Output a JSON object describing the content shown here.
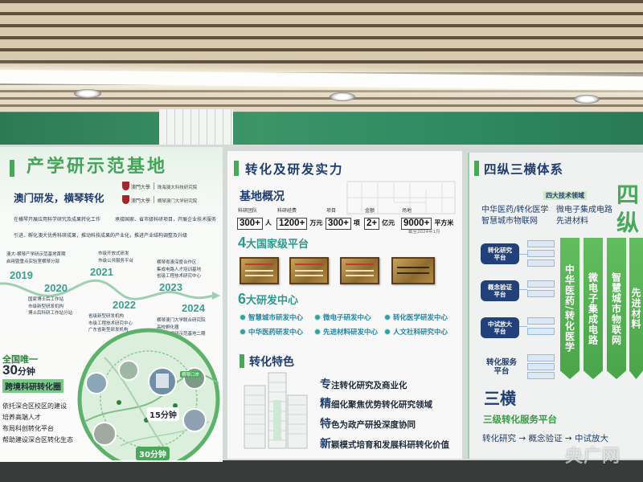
{
  "watermark": "央广网",
  "left": {
    "title": "产学研示范基地",
    "subtitle": "澳门研发，横琴转化",
    "logos": [
      {
        "university": "澳門大學",
        "institute": "珠海澳大科技研究院"
      },
      {
        "university": "澳門大學",
        "institute": "横琴澳门大学研究院"
      }
    ],
    "intro": {
      "line1_left": "在横琴开展应用科学研究及成果转化工作",
      "line1_right": "承接国家、省市级科研项目，开展企业技术服务",
      "line2": "引进、孵化澳大优秀科研成果，推动科技成果的产业化，推进产业结构调整及升级"
    },
    "timeline": [
      {
        "year": "2019",
        "notes": [
          "澳大-横琴产学研示范基地首期",
          "启用暨重点实验室横琴分部"
        ]
      },
      {
        "year": "2020",
        "notes": [
          "国家博士后工作站",
          "市级新型研发机构",
          "博士后科研工作站分站"
        ]
      },
      {
        "year": "2021",
        "notes": [
          "市级开放式研发",
          "市级公共服务平台"
        ]
      },
      {
        "year": "2022",
        "notes": [
          "省级新型研发机构",
          "市级工程技术研究中心",
          "广东省新型研发机构"
        ]
      },
      {
        "year": "2023",
        "notes": [
          "横琴粤澳深度合作区",
          "集成电路人才培训基地",
          "省级工程技术研究中心"
        ]
      },
      {
        "year": "2024",
        "notes": [
          "横琴澳门大学联合研究院",
          "高校孵化器",
          "澳大产学研示范基地二期"
        ]
      }
    ],
    "circle_heading": {
      "line1": "全国唯一",
      "minutes_number": "30",
      "minutes_unit": "分钟",
      "line3": "跨境科研转化圈"
    },
    "bullets": [
      "依托深合区校区的建设",
      "培养高端人才",
      "布局科创转化平台",
      "帮助建设深合区转化生态"
    ],
    "map_labels": {
      "port": "横琴口岸",
      "ring_inner": "15分钟",
      "ring_outer": "30分钟"
    }
  },
  "middle": {
    "title": "转化及研发实力",
    "overview_heading": "基地概况",
    "stats": [
      {
        "label": "科研团队",
        "value": "300+",
        "unit": "人"
      },
      {
        "label": "科研经费",
        "value": "1200+",
        "unit": "万元"
      },
      {
        "label": "项目",
        "value": "300+",
        "unit": "项"
      },
      {
        "label": "金额",
        "value": "2+",
        "unit": "亿元"
      },
      {
        "label": "场地",
        "value": "9000+",
        "unit": "平方米"
      }
    ],
    "stats_note": "截至2024年1月",
    "platforms_heading": {
      "number": "4",
      "text": "大国家级平台"
    },
    "centers_heading": {
      "number": "6",
      "text": "大研发中心"
    },
    "centers": [
      "智慧城市研发中心",
      "微电子研发中心",
      "转化医学研发中心",
      "中华医药研发中心",
      "先进材料研发中心",
      "人文社科研究中心"
    ],
    "features_heading": "转化特色",
    "features": [
      {
        "lead": "专",
        "rest": "注转化研究及商业化"
      },
      {
        "lead": "精",
        "rest": "细化聚焦优势转化研究领域"
      },
      {
        "lead": "特",
        "rest": "色为政产研投深度协同"
      },
      {
        "lead": "新",
        "rest": "颖模式培育和发展科研转化价值"
      }
    ]
  },
  "right": {
    "title": "四纵三横体系",
    "vertical_label": [
      "四",
      "纵"
    ],
    "domains_tag": "四大技术领域",
    "domains": [
      "中华医药/转化医学",
      "微电子集成电路",
      "智慧城市物联网",
      "先进材料"
    ],
    "platforms": [
      {
        "line1": "转化研究",
        "line2": "平台"
      },
      {
        "line1": "概念验证",
        "line2": "平台"
      },
      {
        "line1": "中试放大",
        "line2": "平台"
      },
      {
        "line1": "转化服务",
        "line2": "平台"
      }
    ],
    "horizontal_heading": "三横",
    "horizontal_sub": "三级转化服务平台",
    "flow": "转化研究 → 概念验证 → 中试放大"
  }
}
